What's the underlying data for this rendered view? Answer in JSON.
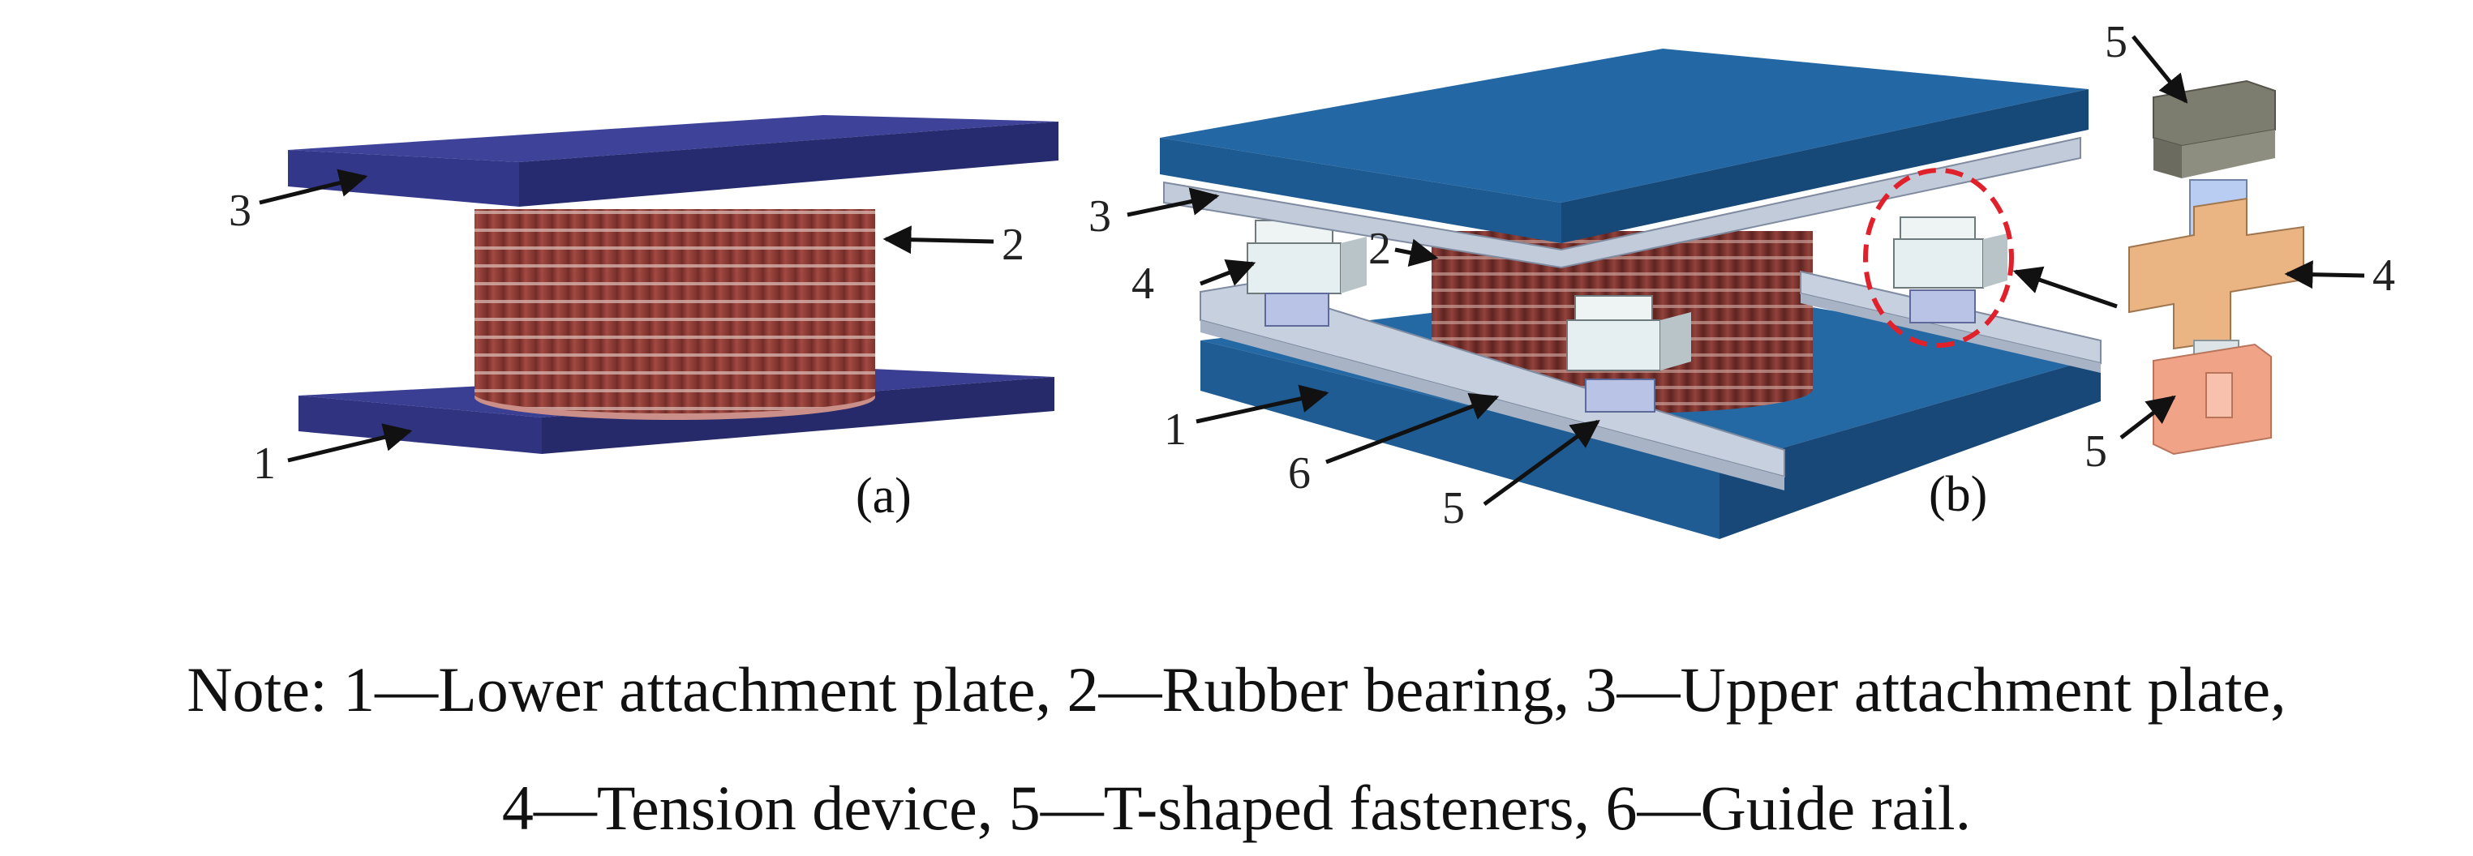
{
  "figure": {
    "labels": {
      "a_1": "1",
      "a_2": "2",
      "a_3": "3",
      "b_1": "1",
      "b_2": "2",
      "b_3": "3",
      "b_4": "4",
      "b_5": "5",
      "b_6": "6",
      "d_4": "4",
      "d_5_top": "5",
      "d_5_bottom": "5"
    },
    "subfigure_a": "(a)",
    "subfigure_b": "(b)"
  },
  "caption": {
    "line1": "Note: 1—Lower attachment plate, 2—Rubber bearing, 3—Upper attachment plate,",
    "line2": "4—Tension device, 5—T-shaped fasteners, 6—Guide rail."
  },
  "colors": {
    "plate_a": "#3a3f8f",
    "plate_b": "#1f5f94",
    "rubber": "#8a3a34",
    "rail": "#b8c4d6",
    "tension_device": "#e6ecef",
    "fastener_top": "#7d7d6f",
    "fastener_mid": "#e8b47e",
    "fastener_bottom": "#f1a58a",
    "highlight_circle": "#e0202a"
  }
}
